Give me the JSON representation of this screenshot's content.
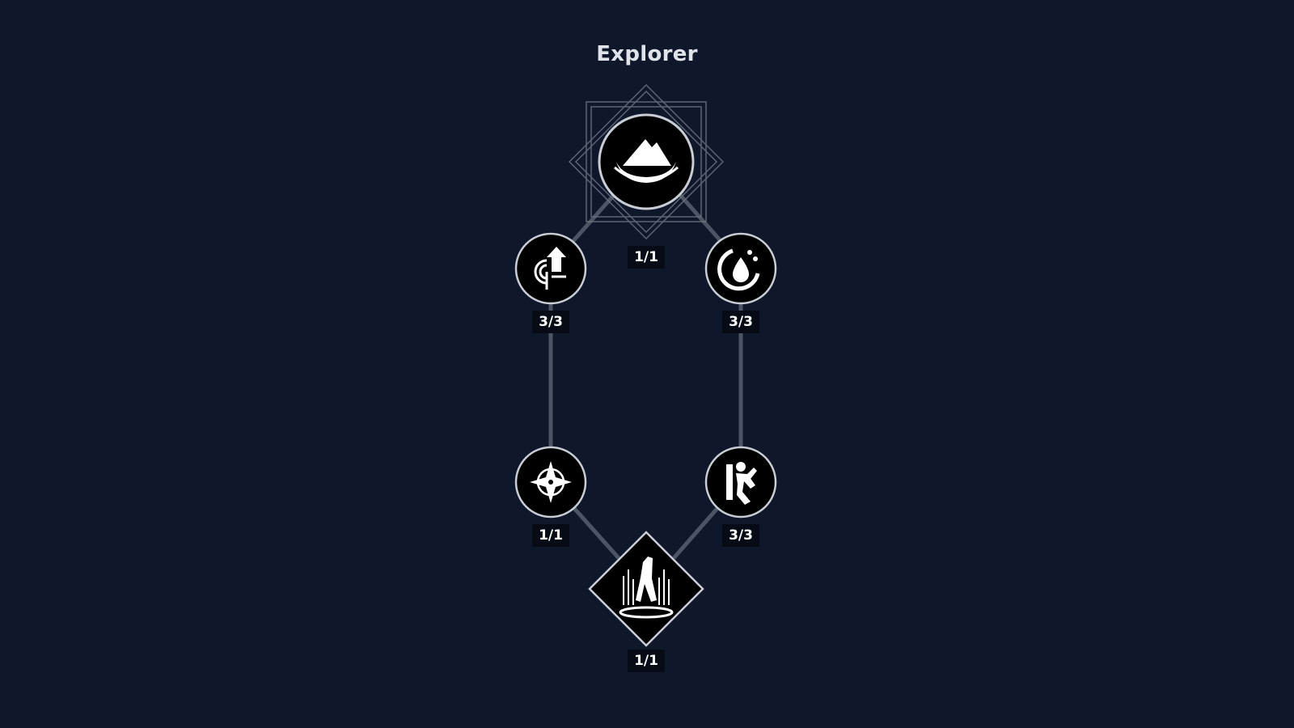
{
  "tree": {
    "title": "Explorer",
    "colors": {
      "background": "#0f172a",
      "connector": "#4b5563",
      "node_fill": "#000000",
      "node_ring": "#c9ced6",
      "badge_bg": "#060b16",
      "icon": "#ffffff"
    },
    "nodes": [
      {
        "id": "keystone",
        "icon": "mountain-bowl-icon",
        "rank": "1/1",
        "shape": "keystone-circle"
      },
      {
        "id": "left-upper",
        "icon": "signal-boost-icon",
        "rank": "3/3",
        "shape": "circle"
      },
      {
        "id": "right-upper",
        "icon": "water-drop-cycle-icon",
        "rank": "3/3",
        "shape": "circle"
      },
      {
        "id": "left-lower",
        "icon": "compass-star-icon",
        "rank": "1/1",
        "shape": "circle"
      },
      {
        "id": "right-lower",
        "icon": "climber-icon",
        "rank": "3/3",
        "shape": "circle"
      },
      {
        "id": "capstone",
        "icon": "diver-waterfall-icon",
        "rank": "1/1",
        "shape": "diamond"
      }
    ]
  }
}
